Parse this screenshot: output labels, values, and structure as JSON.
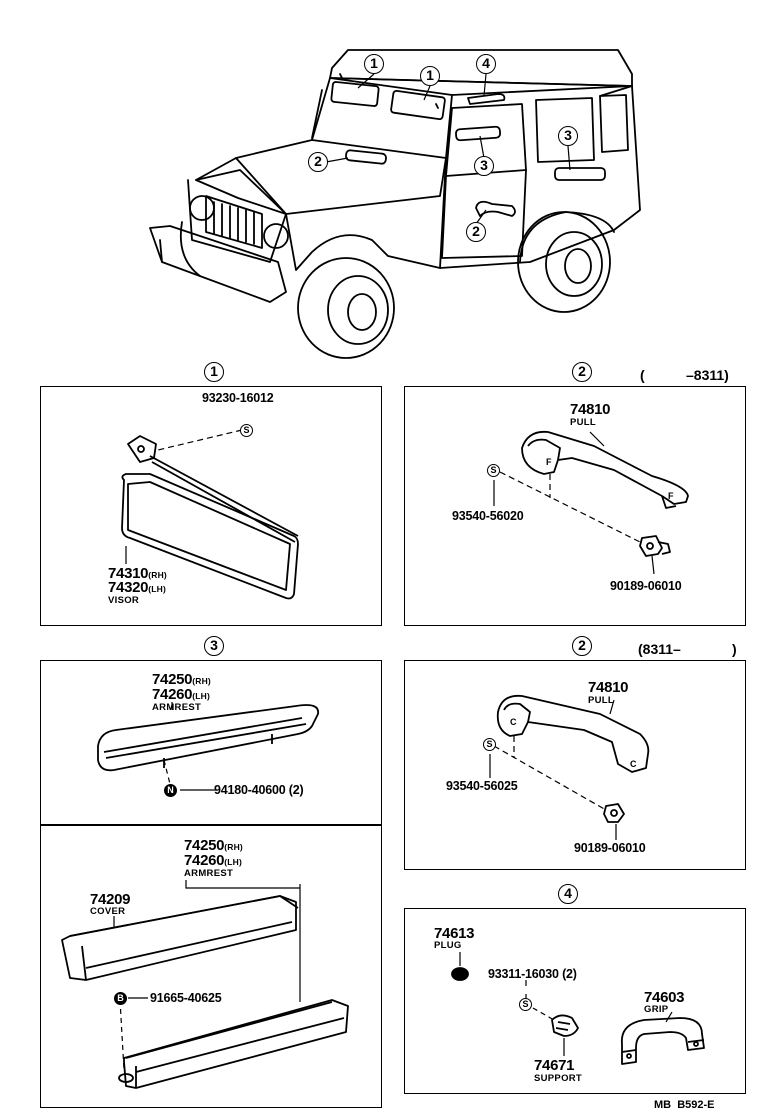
{
  "overview": {
    "callouts": [
      "1",
      "1",
      "4",
      "2",
      "3",
      "3",
      "2"
    ]
  },
  "section1": {
    "header": "1",
    "bolt_part": "93230-16012",
    "bolt_symbol": "S",
    "visor_rh": "74310",
    "visor_rh_suffix": "(RH)",
    "visor_lh": "74320",
    "visor_lh_suffix": "(LH)",
    "visor_name": "VISOR"
  },
  "section2a": {
    "header": "2",
    "range_open": "(",
    "range_value": "–8311)",
    "pull_part": "74810",
    "pull_name": "PULL",
    "screw_part": "93540-56020",
    "screw_symbol": "S",
    "nut_part": "90189-06010",
    "pull_mark_1": "F",
    "pull_mark_2": "F"
  },
  "section3": {
    "header": "3",
    "armrest_rh": "74250",
    "armrest_rh_suffix": "(RH)",
    "armrest_lh": "74260",
    "armrest_lh_suffix": "(LH)",
    "armrest_name": "ARMREST",
    "nut_part": "94180-40600",
    "nut_qty": "(2)",
    "nut_symbol": "N"
  },
  "section3b": {
    "armrest_rh": "74250",
    "armrest_rh_suffix": "(RH)",
    "armrest_lh": "74260",
    "armrest_lh_suffix": "(LH)",
    "armrest_name": "ARMREST",
    "cover_part": "74209",
    "cover_name": "COVER",
    "screw_part": "91665-40625",
    "screw_symbol": "B"
  },
  "section2b": {
    "header": "2",
    "range_value": "(8311–",
    "range_close": ")",
    "pull_part": "74810",
    "pull_name": "PULL",
    "screw_part": "93540-56025",
    "screw_symbol": "S",
    "nut_part": "90189-06010",
    "pull_mark_1": "C",
    "pull_mark_2": "C"
  },
  "section4": {
    "header": "4",
    "plug_part": "74613",
    "plug_name": "PLUG",
    "screw_part": "93311-16030",
    "screw_qty": "(2)",
    "screw_symbol": "S",
    "grip_part": "74603",
    "grip_name": "GRIP",
    "support_part": "74671",
    "support_name": "SUPPORT"
  },
  "footer": {
    "code": "MB  B592-E"
  }
}
